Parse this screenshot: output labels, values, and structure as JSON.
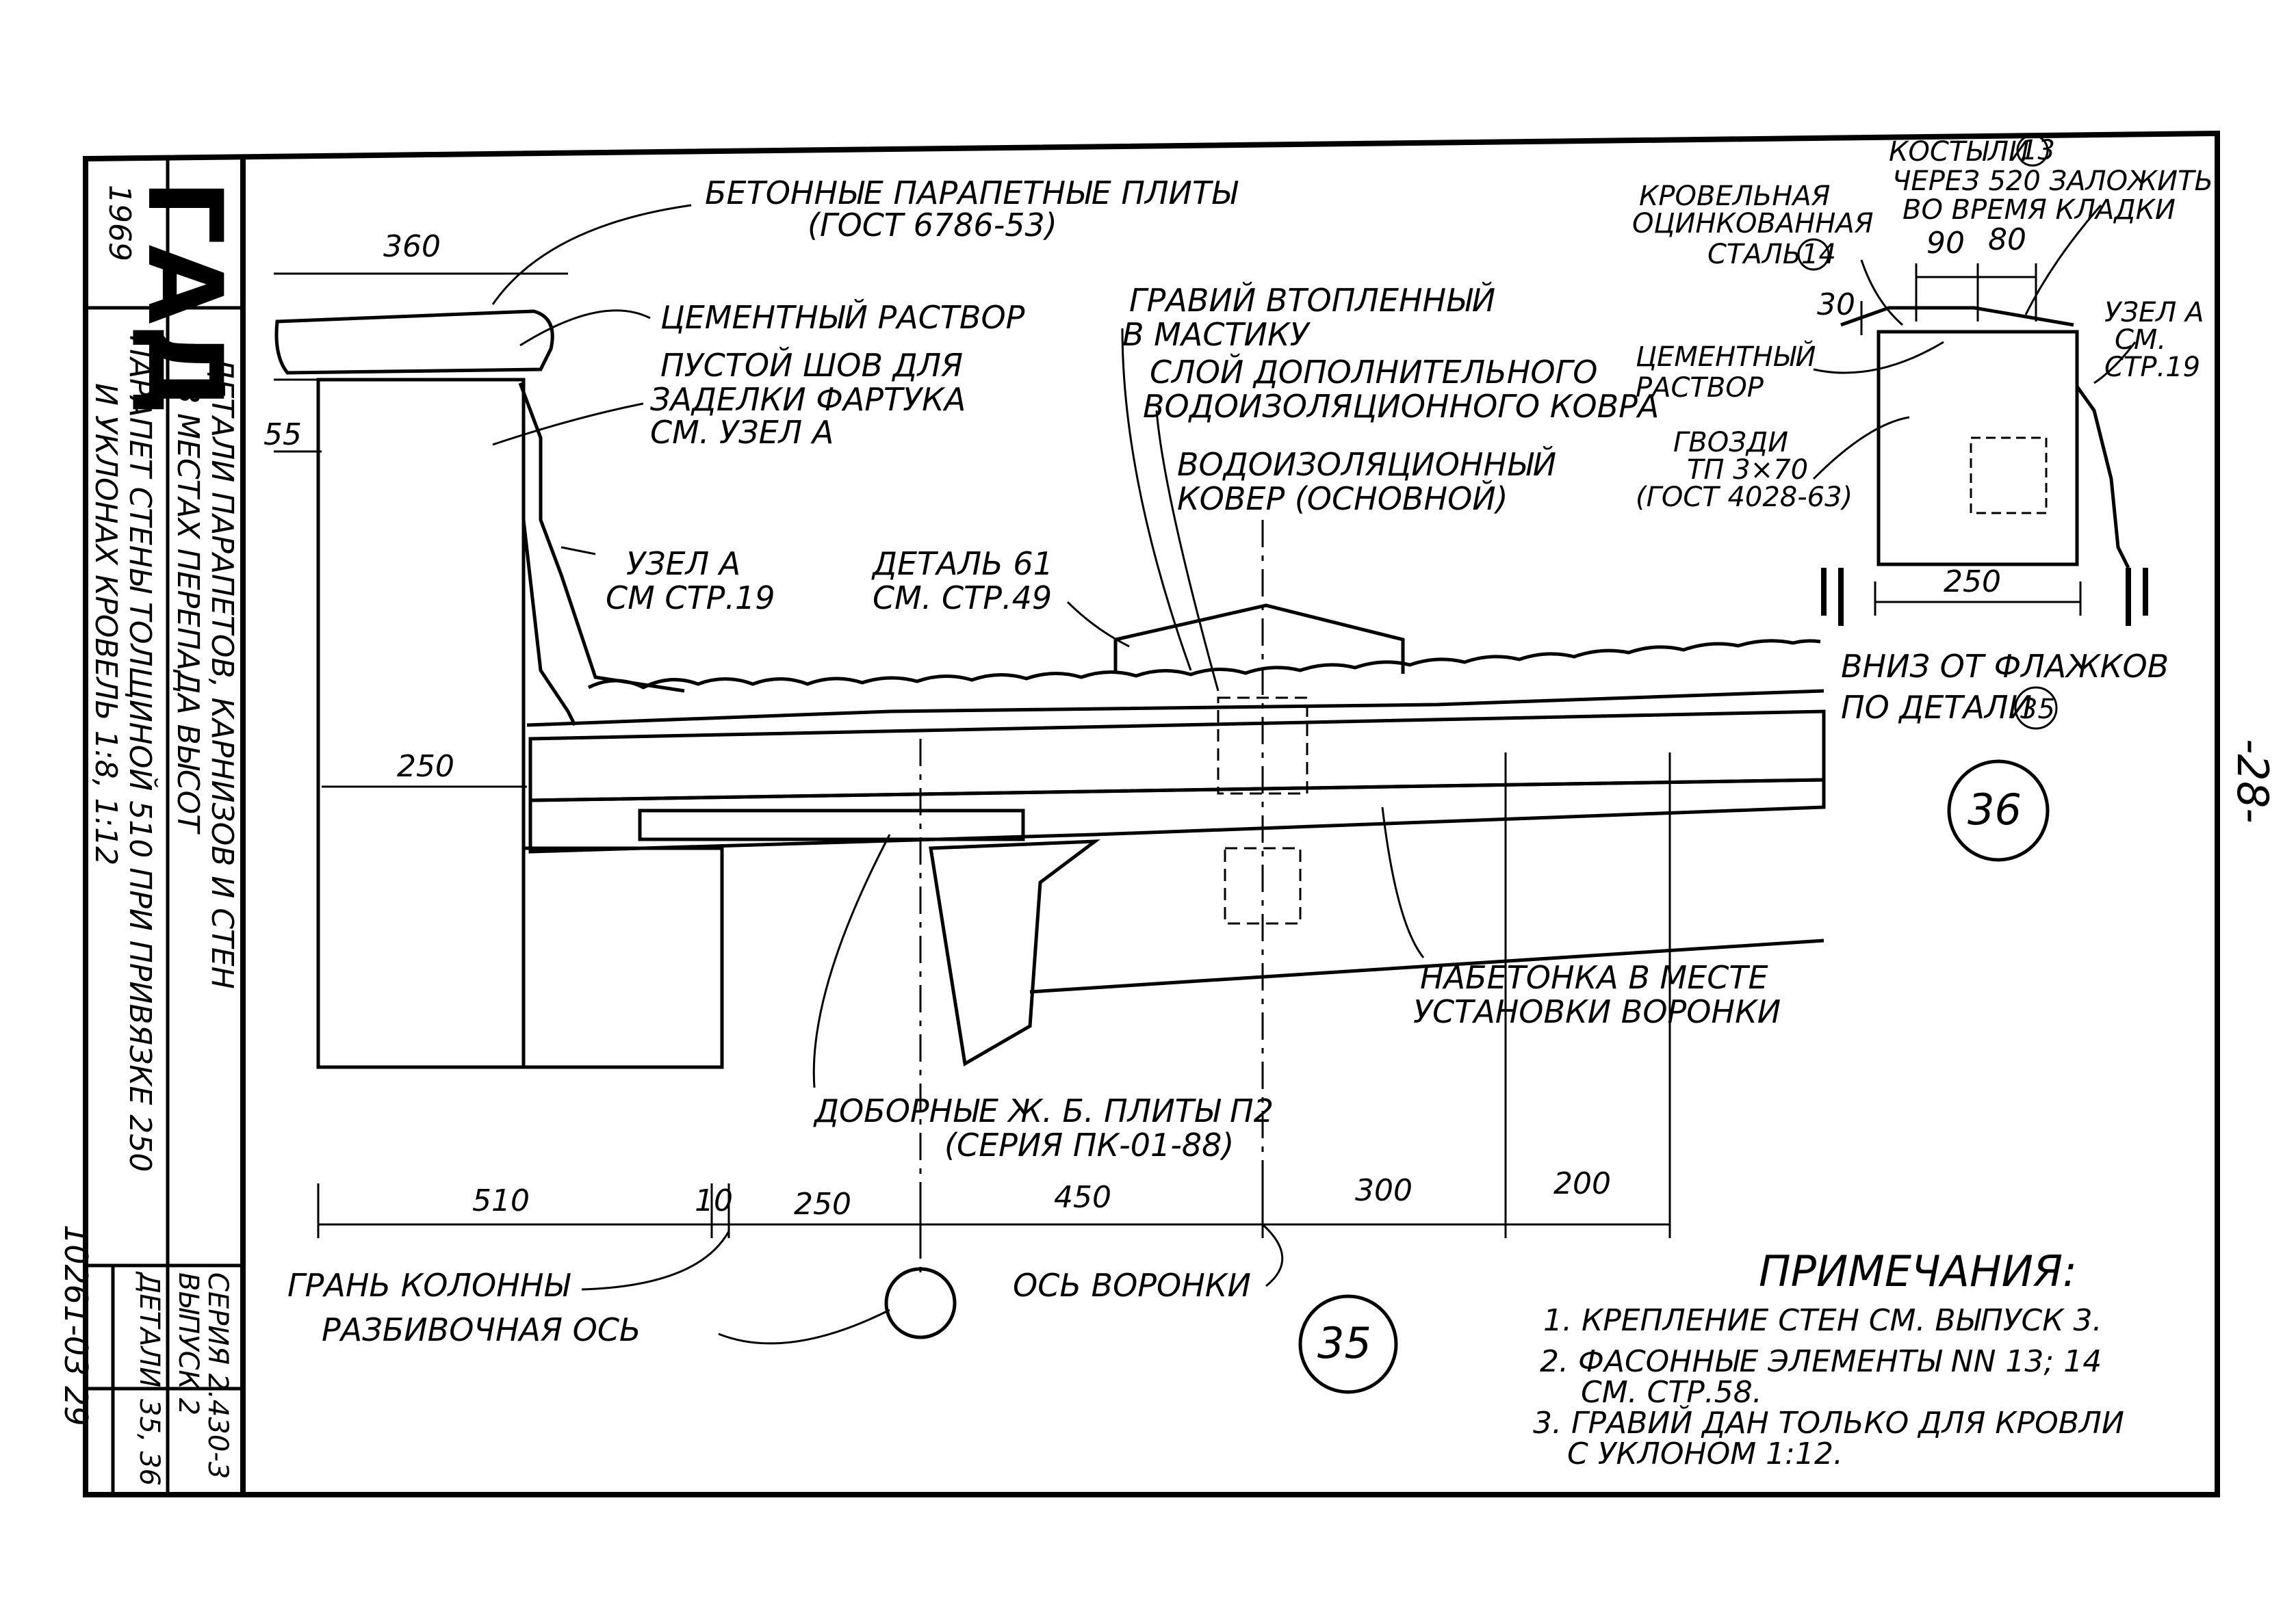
{
  "stamp": {
    "org": "ГАД",
    "year": "1969"
  },
  "title": {
    "line1": "ДЕТАЛИ ПАРАПЕТОВ, КАРНИЗОВ И СТЕН",
    "line2": "В МЕСТАХ ПЕРЕПАДА ВЫСОТ",
    "subtitle1": "ПАРАПЕТ СТЕНЫ ТОЛЩИНОЙ 510 ПРИ ПРИВЯЗКЕ 250",
    "subtitle2": "И УКЛОНАХ КРОВЕЛЬ 1:8, 1:12"
  },
  "side_table": {
    "series": "СЕРИЯ 2.430-3",
    "issue": "ВЫПУСК 2",
    "details_label": "ДЕТАЛИ",
    "details_value": "35, 36",
    "doc_number": "10261-03 29"
  },
  "page_number": "-28-",
  "detail35": {
    "number": "35",
    "labels": {
      "parapet_plates": "БЕТОННЫЕ ПАРАПЕТНЫЕ ПЛИТЫ",
      "parapet_plates_gost": "(ГОСТ 6786-53)",
      "cement_mortar": "ЦЕМЕНТНЫЙ РАСТВОР",
      "empty_seam1": "ПУСТОЙ ШОВ ДЛЯ",
      "empty_seam2": "ЗАДЕЛКИ ФАРТУКА",
      "empty_seam3": "СМ. УЗЕЛ А",
      "gravel1": "ГРАВИЙ ВТОПЛЕННЫЙ",
      "gravel2": "В МАСТИКУ",
      "extra_layer1": "СЛОЙ ДОПОЛНИТЕЛЬНОГО",
      "extra_layer2": "ВОДОИЗОЛЯЦИОННОГО КОВРА",
      "main_carpet1": "ВОДОИЗОЛЯЦИОННЫЙ",
      "main_carpet2": "КОВЕР (ОСНОВНОЙ)",
      "node_a1": "УЗЕЛ А",
      "node_a2": "СМ СТР.19",
      "detail61_1": "ДЕТАЛЬ 61",
      "detail61_2": "СМ. СТР.49",
      "concrete_fill1": "НАБЕТОНКА В МЕСТЕ",
      "concrete_fill2": "УСТАНОВКИ ВОРОНКИ",
      "extra_plates1": "ДОБОРНЫЕ Ж. Б. ПЛИТЫ П2",
      "extra_plates2": "(СЕРИЯ ПК-01-88)",
      "column_face": "ГРАНЬ КОЛОННЫ",
      "layout_axis": "РАЗБИВОЧНАЯ ОСЬ",
      "funnel_axis": "ОСЬ ВОРОНКИ"
    },
    "dimensions": {
      "top_width": "360",
      "edge_height": "55",
      "wall_offset": "250",
      "bottom": [
        "510",
        "10",
        "250",
        "450",
        "300",
        "200"
      ]
    }
  },
  "detail36": {
    "number": "36",
    "labels": {
      "crutches1": "КОСТЫЛИ",
      "crutches_ref": "13",
      "crutches2": "ЧЕРЕЗ 520 ЗАЛОЖИТЬ",
      "crutches3": "ВО ВРЕМЯ КЛАДКИ",
      "roof_steel1": "КРОВЕЛЬНАЯ",
      "roof_steel2": "ОЦИНКОВАННАЯ",
      "roof_steel3": "СТАЛЬ",
      "roof_steel_ref": "14",
      "node_a1": "УЗЕЛ А",
      "node_a2": "СМ.",
      "node_a3": "СТР.19",
      "cement1": "ЦЕМЕНТНЫЙ",
      "cement2": "РАСТВОР",
      "nails1": "ГВОЗДИ",
      "nails2": "ТП 3×70",
      "nails3": "(ГОСТ 4028-63)",
      "down_flags1": "ВНИЗ ОТ ФЛАЖКОВ",
      "down_flags2": "ПО ДЕТАЛИ",
      "down_flags_ref": "35"
    },
    "dimensions": {
      "top_a": "90",
      "top_b": "80",
      "height": "30",
      "bottom": "250"
    }
  },
  "notes": {
    "heading": "ПРИМЕЧАНИЯ:",
    "items": [
      "1. КРЕПЛЕНИЕ СТЕН СМ. ВЫПУСК 3.",
      "2. ФАСОННЫЕ ЭЛЕМЕНТЫ NN 13; 14",
      "СМ. СТР.58.",
      "3. ГРАВИЙ ДАН ТОЛЬКО ДЛЯ КРОВЛИ",
      "С УКЛОНОМ 1:12."
    ]
  }
}
